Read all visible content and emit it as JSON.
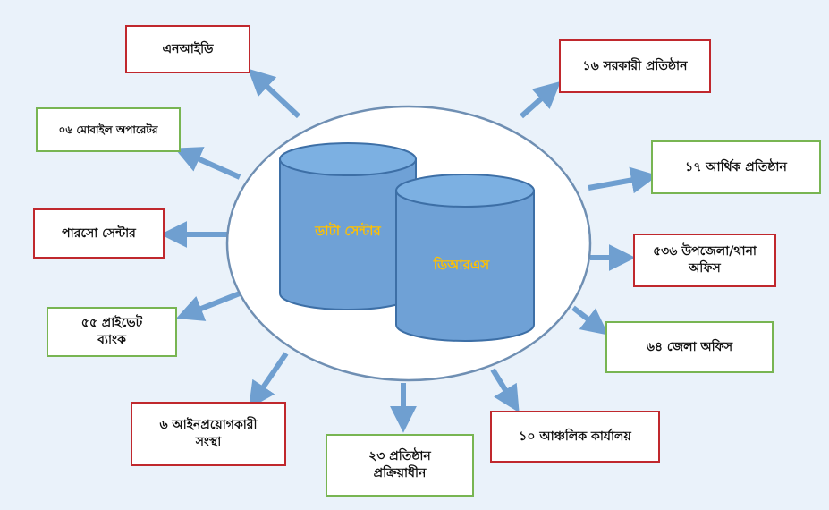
{
  "colors": {
    "background": "#eaf2fa",
    "arrow": "#6f9fd0",
    "red_border": "#c0282d",
    "green_border": "#78b552",
    "cylinder": "#6fa1d6",
    "cylinder_top": "#7cb0e2",
    "label_text": "#ffc000"
  },
  "center": {
    "cylinder_1_label": "ডাটা সেন্টার",
    "cylinder_2_label": "ডিআরএস"
  },
  "nodes": {
    "nid": {
      "label": "এনআইডি",
      "border": "red"
    },
    "mobile_operators": {
      "label": "০৬ মোবাইল অপারেটর",
      "border": "green"
    },
    "porosho_center": {
      "label": "পারসো সেন্টার",
      "border": "red"
    },
    "private_bank": {
      "label": "৫৫ প্রাইভেট\nব্যাংক",
      "border": "green"
    },
    "law_enforcement": {
      "label": "৬ আইনপ্রয়োগকারী\nসংস্থা",
      "border": "red"
    },
    "in_process": {
      "label": "২৩ প্রতিষ্ঠান\nপ্রক্রিয়াধীন",
      "border": "green"
    },
    "regional_office": {
      "label": "১০ আঞ্চলিক কার্যালয়",
      "border": "red"
    },
    "district_office": {
      "label": "৬৪ জেলা অফিস",
      "border": "green"
    },
    "upazila_office": {
      "label": "৫৩৬ উপজেলা/থানা\nঅফিস",
      "border": "red"
    },
    "financial_institution": {
      "label": "১৭ আর্থিক প্রতিষ্ঠান",
      "border": "green"
    },
    "govt_institution": {
      "label": "১৬ সরকারী প্রতিষ্ঠান",
      "border": "red"
    }
  }
}
